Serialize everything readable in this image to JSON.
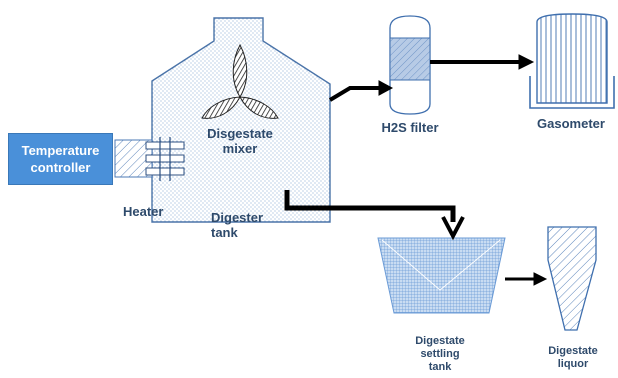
{
  "labels": {
    "temperature_controller": [
      "Temperature",
      "controller"
    ],
    "heater": "Heater",
    "digester_tank": [
      "Digester",
      "tank"
    ],
    "digestate_mixer": [
      "Disgestate",
      "mixer"
    ],
    "h2s_filter": "H2S filter",
    "gasometer": "Gasometer",
    "settling_tank": [
      "Digestate",
      "settling",
      "tank"
    ],
    "liquor": [
      "Digestate",
      "liquor"
    ]
  },
  "colors": {
    "controller_fill": "#4a90d9",
    "label_text": "#2e4a6b",
    "outline": "#3f6fae",
    "arrow": "#000000"
  }
}
